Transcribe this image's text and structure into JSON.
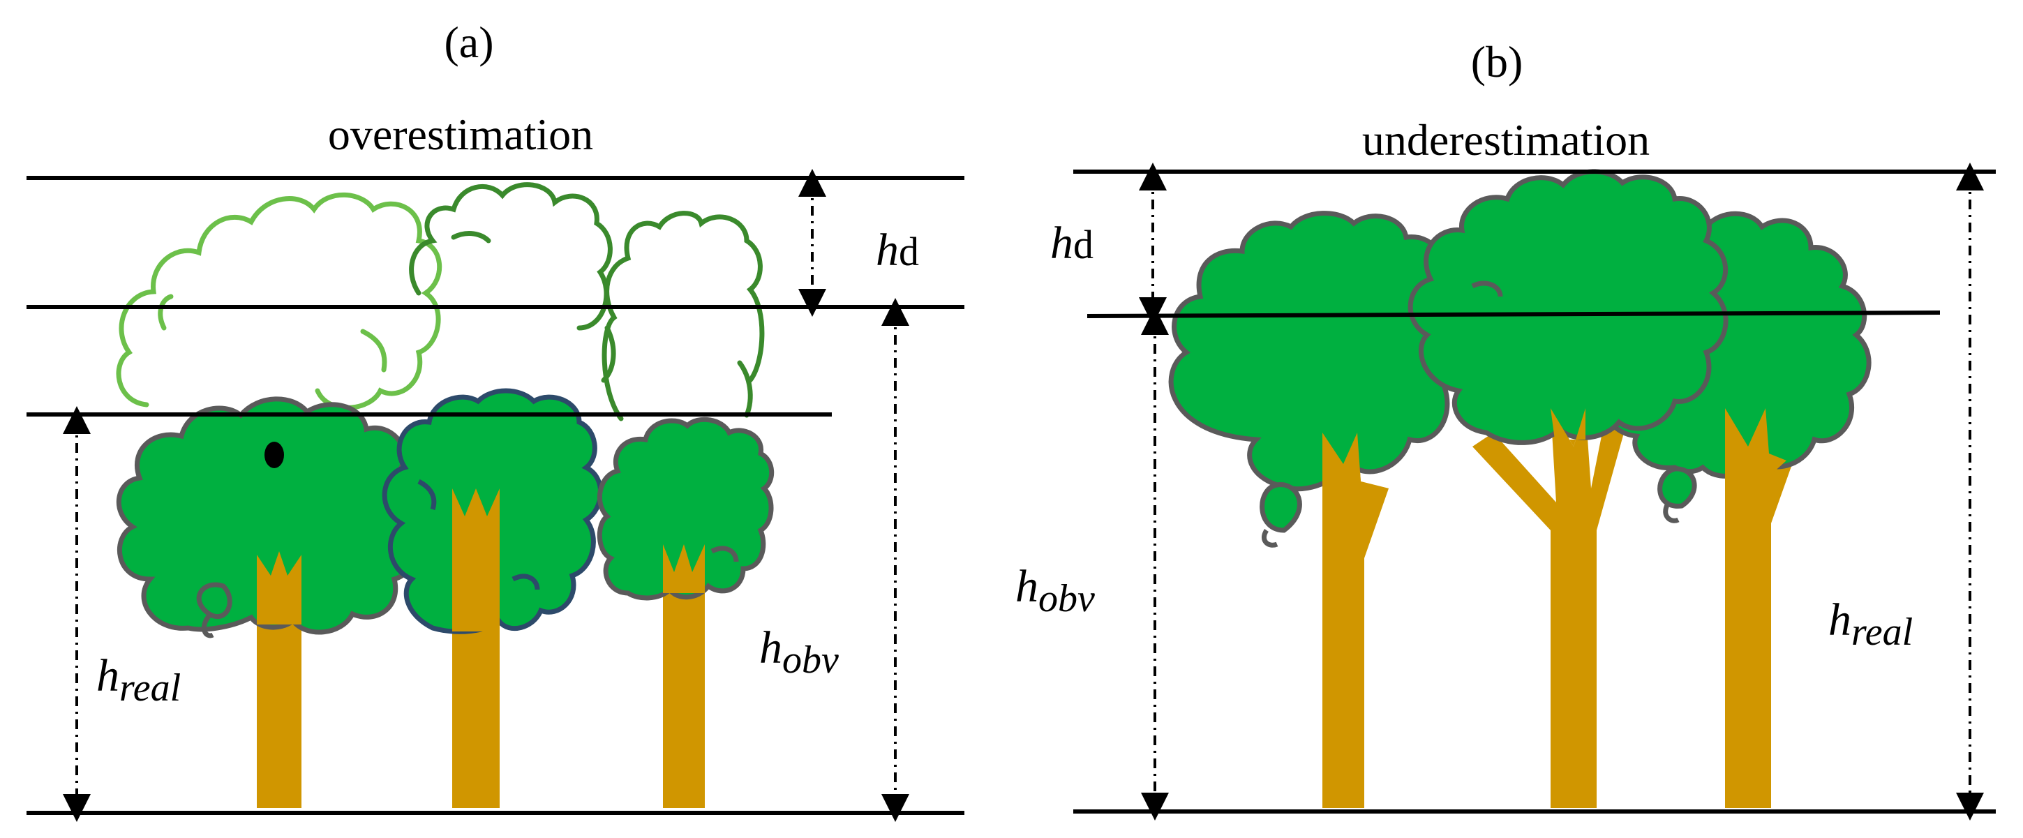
{
  "panel_a": {
    "label": "(a)",
    "title": "overestimation",
    "hd_main": "h",
    "hd_sub": "d",
    "hreal_main": "h",
    "hreal_sub": "real",
    "hobv_main": "h",
    "hobv_sub": "obv"
  },
  "panel_b": {
    "label": "(b)",
    "title": "underestimation",
    "hd_main": "h",
    "hd_sub": "d",
    "hreal_main": "h",
    "hreal_sub": "real",
    "hobv_main": "h",
    "hobv_sub": "obv"
  },
  "colors": {
    "foliage": "#00b040",
    "foliage_outline": "#5a5a5a",
    "trunk": "#d09600",
    "ghost_light": "#6cc04a",
    "ghost_dark": "#3a8a2c",
    "line": "#000000"
  }
}
